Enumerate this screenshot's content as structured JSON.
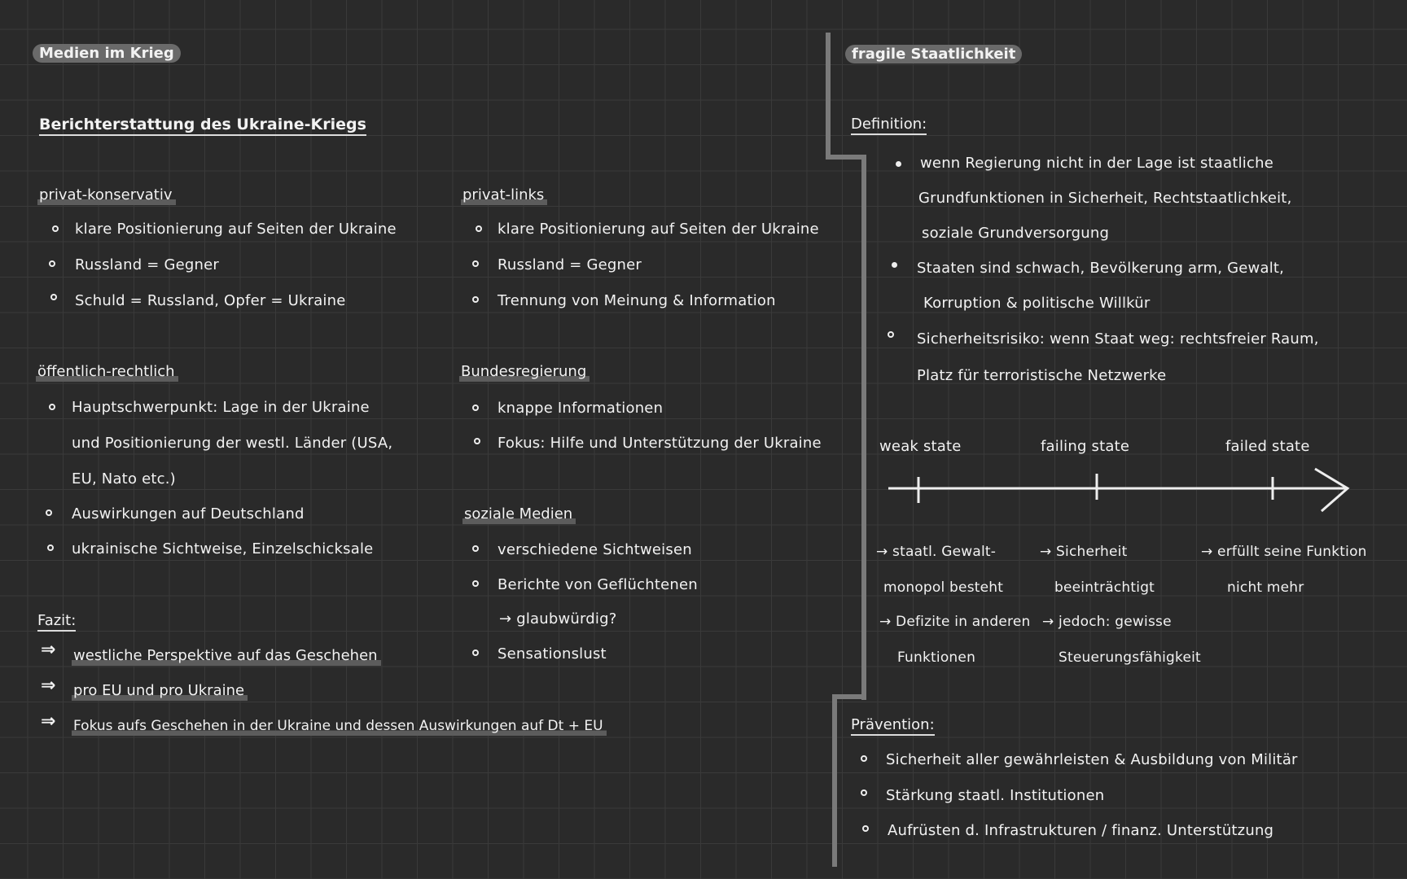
{
  "left": {
    "title": "Medien im Krieg",
    "heading": "Berichterstattung des Ukraine-Kriegs",
    "sections": [
      {
        "title": "privat-konservativ",
        "items": [
          "klare Positionierung auf Seiten der Ukraine",
          "Russland = Gegner",
          "Schuld = Russland, Opfer = Ukraine"
        ]
      },
      {
        "title": "privat-links",
        "items": [
          "klare Positionierung auf Seiten der Ukraine",
          "Russland = Gegner",
          "Trennung von Meinung & Information"
        ]
      },
      {
        "title": "öffentlich-rechtlich",
        "items": [
          "Hauptschwerpunkt: Lage in der Ukraine",
          "und Positionierung der westl. Länder (USA,",
          "EU, Nato etc.)",
          "Auswirkungen auf Deutschland",
          "ukrainische Sichtweise, Einzelschicksale"
        ]
      },
      {
        "title": "Bundesregierung",
        "items": [
          "knappe Informationen",
          "Fokus: Hilfe und Unterstützung der Ukraine"
        ]
      },
      {
        "title": "soziale Medien",
        "items": [
          "verschiedene Sichtweisen",
          "Berichte von Geflüchtenen",
          "→ glaubwürdig?",
          "Sensationslust"
        ]
      }
    ],
    "fazit": {
      "title": "Fazit:",
      "items": [
        "westliche Perspektive auf das Geschehen",
        "pro EU und pro Ukraine",
        "Fokus aufs Geschehen in der Ukraine und dessen Auswirkungen auf Dt + EU"
      ]
    }
  },
  "right": {
    "title": "fragile Staatlichkeit",
    "definition_title": "Definition:",
    "definition_lines": [
      "wenn Regierung nicht in der Lage ist staatliche",
      "Grundfunktionen in Sicherheit, Rechtstaatlichkeit,",
      "soziale Grundversorgung",
      "Staaten sind schwach, Bevölkerung arm, Gewalt,",
      "Korruption & politische Willkür",
      "Sicherheitsrisiko: wenn Staat weg: rechtsfreier Raum,",
      "Platz für terroristische Netzwerke"
    ],
    "scale": {
      "labels": [
        "weak state",
        "failing state",
        "failed state"
      ],
      "notes": [
        [
          "→ staatl. Gewalt-",
          "monopol besteht",
          "→ Defizite in anderen",
          "Funktionen"
        ],
        [
          "→ Sicherheit",
          "beeinträchtigt",
          "→ jedoch: gewisse",
          "Steuerungsfähigkeit"
        ],
        [
          "→ erfüllt seine Funktion",
          "nicht mehr"
        ]
      ]
    },
    "praevention_title": "Prävention:",
    "praevention": [
      "Sicherheit aller gewährleisten & Ausbildung von Militär",
      "Stärkung staatl. Institutionen",
      "Aufrüsten d. Infrastrukturen / finanz. Unterstützung"
    ]
  }
}
